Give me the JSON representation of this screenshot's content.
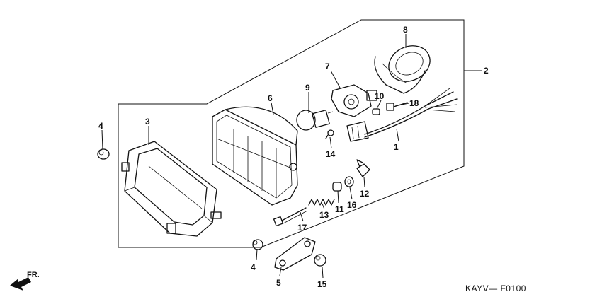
{
  "diagram": {
    "code": "KAYV— F0100",
    "front_indicator": "FR.",
    "callouts": [
      {
        "id": "c1",
        "label": "1"
      },
      {
        "id": "c2",
        "label": "2"
      },
      {
        "id": "c3",
        "label": "3"
      },
      {
        "id": "c4a",
        "label": "4"
      },
      {
        "id": "c4b",
        "label": "4"
      },
      {
        "id": "c5",
        "label": "5"
      },
      {
        "id": "c6",
        "label": "6"
      },
      {
        "id": "c7",
        "label": "7"
      },
      {
        "id": "c8",
        "label": "8"
      },
      {
        "id": "c9",
        "label": "9"
      },
      {
        "id": "c10",
        "label": "10"
      },
      {
        "id": "c11",
        "label": "11"
      },
      {
        "id": "c12",
        "label": "12"
      },
      {
        "id": "c13",
        "label": "13"
      },
      {
        "id": "c14",
        "label": "14"
      },
      {
        "id": "c15",
        "label": "15"
      },
      {
        "id": "c16",
        "label": "16"
      },
      {
        "id": "c17",
        "label": "17"
      },
      {
        "id": "c18",
        "label": "18"
      }
    ]
  }
}
